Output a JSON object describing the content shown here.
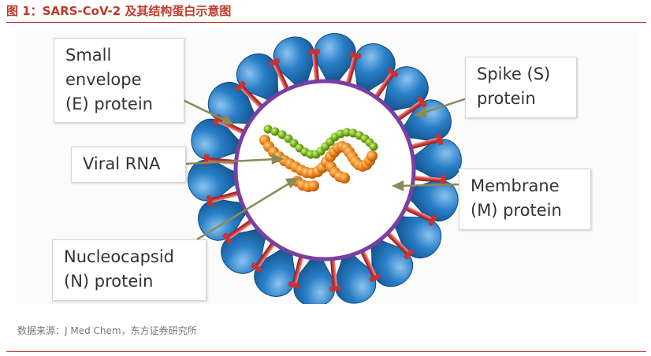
{
  "figure": {
    "title": "图 1：SARS-CoV-2 及其结构蛋白示意图",
    "source": "数据来源：J Med Chem，东方证券研究所"
  },
  "labels": {
    "small_envelope": [
      "Small",
      "envelope",
      "(E) protein"
    ],
    "viral_rna": [
      "Viral RNA"
    ],
    "nucleocapsid": [
      "Nucleocapsid",
      "(N) protein"
    ],
    "spike": [
      "Spike (S)",
      "protein"
    ],
    "membrane": [
      "Membrane",
      "(M) protein"
    ]
  },
  "colors": {
    "title_red": "#c0392b",
    "spike_blue": "#1b6fb5",
    "membrane_purple": "#7a3fa0",
    "envelope_red": "#d23a3a",
    "rna_green": "#7ab51d",
    "nucleocapsid_orange": "#f08a1d",
    "pointer_olive": "#8c8a55"
  },
  "icons": {
    "virus": "sars-cov-2-virion-icon"
  }
}
